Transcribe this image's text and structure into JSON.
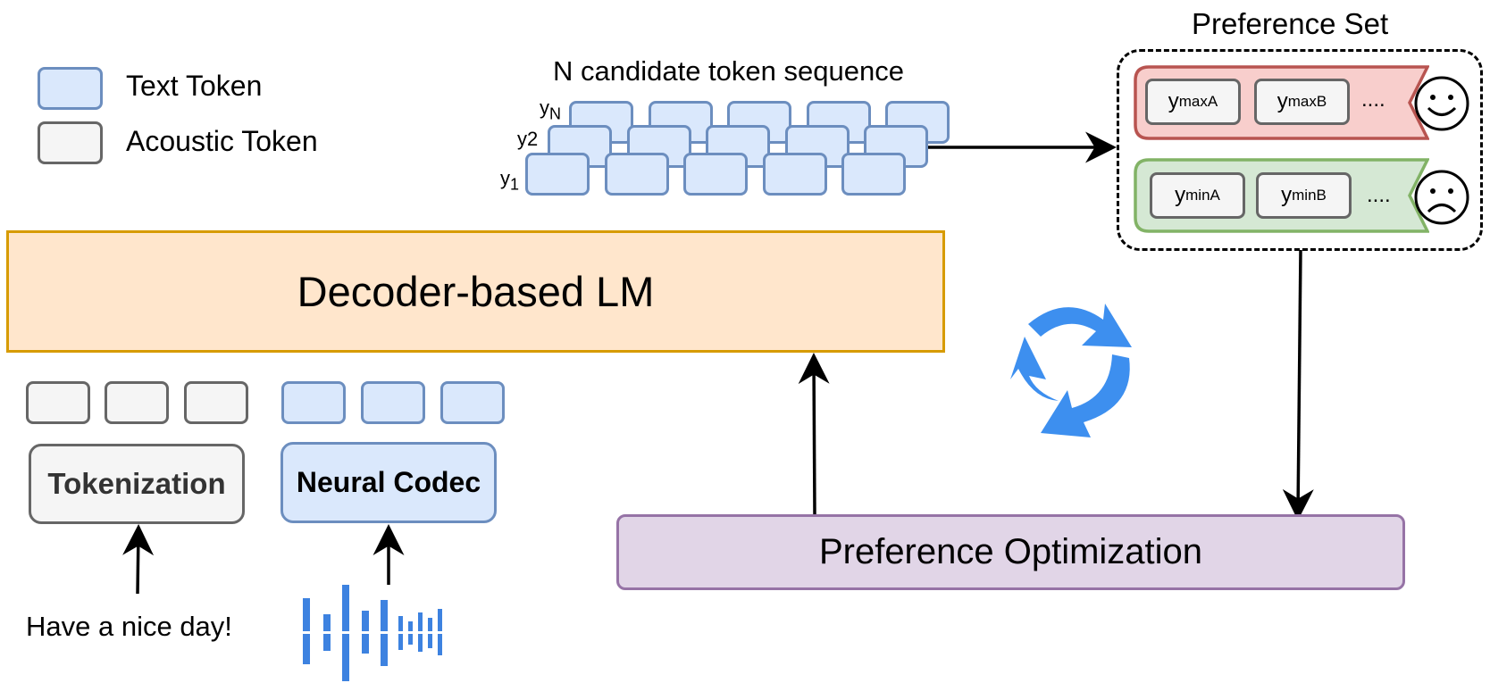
{
  "legend": {
    "text_token_label": "Text Token",
    "acoustic_token_label": "Acoustic Token"
  },
  "candidates": {
    "title": "N candidate token sequence",
    "row_labels": [
      {
        "base": "y",
        "sub": "N"
      },
      {
        "base": "y2",
        "sub": ""
      },
      {
        "base": "y",
        "sub": "1"
      }
    ]
  },
  "preference_set": {
    "title": "Preference Set",
    "chosen": {
      "tokens": [
        {
          "base": "y",
          "sub": "maxA"
        },
        {
          "base": "y",
          "sub": "maxB"
        }
      ],
      "ellipsis": "....",
      "face": "happy-face"
    },
    "rejected": {
      "tokens": [
        {
          "base": "y",
          "sub": "minA"
        },
        {
          "base": "y",
          "sub": "minB"
        }
      ],
      "ellipsis": "....",
      "face": "sad-face"
    }
  },
  "decoder": {
    "label": "Decoder-based LM"
  },
  "tokenization": {
    "label": "Tokenization"
  },
  "neural_codec": {
    "label": "Neural Codec"
  },
  "input_text": "Have a nice day!",
  "optimization": {
    "label": "Preference Optimization"
  },
  "icons": {
    "cycle": "cycle-arrows-icon",
    "waveform": "audio-waveform-icon"
  },
  "colors": {
    "text_token_fill": "#dae8fc",
    "text_token_border": "#6c8ebf",
    "acoustic_token_fill": "#f5f5f5",
    "acoustic_token_border": "#666666",
    "decoder_fill": "#ffe6cc",
    "decoder_border": "#d79b00",
    "optimization_fill": "#e1d5e7",
    "optimization_border": "#9673a6",
    "chosen_fill": "#f8cecc",
    "chosen_border": "#b85450",
    "rejected_fill": "#d5e8d4",
    "rejected_border": "#82b366",
    "cycle_arrow": "#3d8fef",
    "waveform": "#3d82e0"
  }
}
